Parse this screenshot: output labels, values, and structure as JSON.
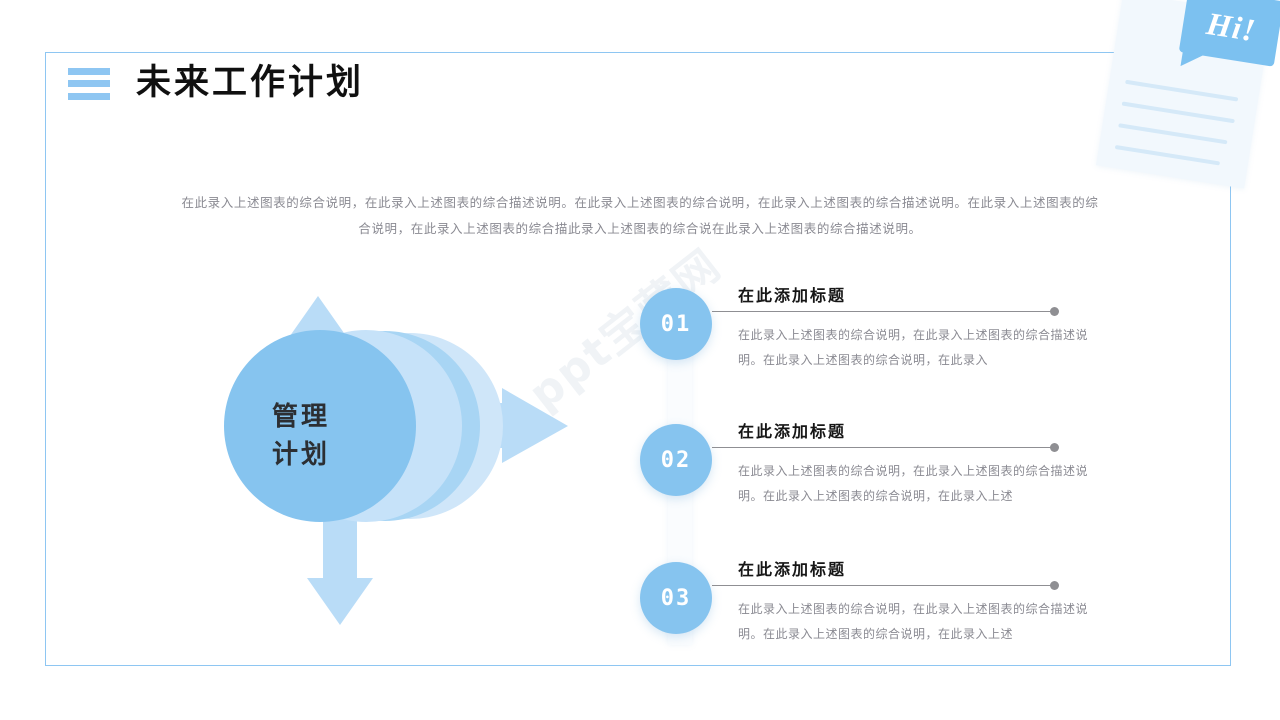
{
  "header": {
    "title": "未来工作计划",
    "menu_icon": "hamburger-icon"
  },
  "intro": {
    "text": "在此录入上述图表的综合说明，在此录入上述图表的综合描述说明。在此录入上述图表的综合说明，在此录入上述图表的综合描述说明。在此录入上述图表的综合说明，在此录入上述图表的综合描此录入上述图表的综合说在此录入上述图表的综合描述说明。"
  },
  "diagram": {
    "center_label_line1": "管理",
    "center_label_line2": "计划",
    "arrow_up": "arrow-up",
    "arrow_right": "arrow-right",
    "arrow_down": "arrow-down",
    "circle_color": "#86c4ef",
    "circle_color_mid": "#b9dcf7",
    "arrow_color": "#b9dcf7"
  },
  "decoration": {
    "bubble_text": "Hi!",
    "note_icon": "sticky-note-icon",
    "bubble_color": "#7cc1f0",
    "paper_color": "#f2f8fd"
  },
  "watermark": {
    "text": "ppt宝藏网"
  },
  "steps": [
    {
      "number": "01",
      "title": "在此添加标题",
      "desc": "在此录入上述图表的综合说明，在此录入上述图表的综合描述说明。在此录入上述图表的综合说明，在此录入"
    },
    {
      "number": "02",
      "title": "在此添加标题",
      "desc": "在此录入上述图表的综合说明，在此录入上述图表的综合描述说明。在此录入上述图表的综合说明，在此录入上述"
    },
    {
      "number": "03",
      "title": "在此添加标题",
      "desc": "在此录入上述图表的综合说明，在此录入上述图表的综合描述说明。在此录入上述图表的综合说明，在此录入上述"
    }
  ],
  "theme": {
    "frame_color": "#8ec6f2",
    "accent": "#86c4ef",
    "muted_text": "#8a8a92"
  }
}
